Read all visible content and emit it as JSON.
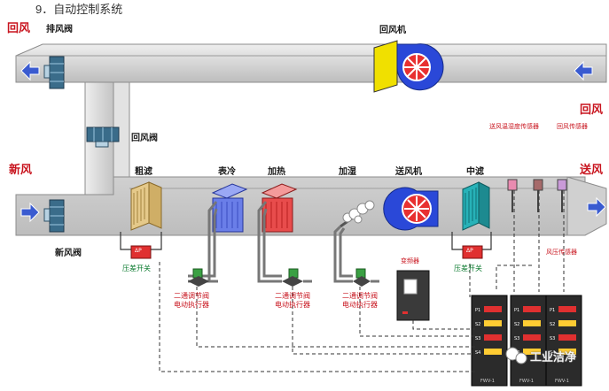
{
  "title": "9．自动控制系统",
  "labels": {
    "return_air": "回风",
    "exhaust_damper": "排风阀",
    "return_fan": "回风机",
    "return_air_damper": "回风阀",
    "fresh_air": "新风",
    "coarse_filter": "粗滤",
    "surface_cooler": "表冷",
    "heater": "加热",
    "humidifier": "加湿",
    "supply_fan": "送风机",
    "medium_filter": "中滤",
    "supply_air": "送风",
    "return_air_right": "回风",
    "fresh_air_damper": "新风阀",
    "diff_pressure_switch_1": "压差开关",
    "diff_pressure_switch_2": "压差开关",
    "two_way_valve_1": "二通调节阀\n电动执行器",
    "two_way_valve_2": "二通调节阀\n电动执行器",
    "two_way_valve_3": "二通调节阀\n电动执行器",
    "inverter": "变频器",
    "temp_humidity_sensor": "送风温湿度传感器",
    "return_air_sensor": "回风传感器",
    "air_pressure_sensor": "风压传感器",
    "dp_badge": "ΔP"
  },
  "controllers": [
    {
      "brand": "FWV-1",
      "rows": [
        "P1",
        "S2",
        "S3",
        "S4"
      ]
    },
    {
      "brand": "FWV-1",
      "rows": [
        "P1",
        "S2",
        "S3",
        "S4"
      ]
    },
    {
      "brand": "FWV-1",
      "rows": [
        "P1",
        "S2",
        "S3",
        "S4"
      ]
    }
  ],
  "watermark": "工业洁净",
  "colors": {
    "duct": "#d0d0d0",
    "duct_edge": "#8c8c8c",
    "arrow_blue": "#3a5bd0",
    "red_text": "#c8141e",
    "green_text": "#0a7a2e",
    "filter_coarse": "#e5c98a",
    "filter_medium": "#27b2b8",
    "cooler": "#6a7ee8",
    "heater": "#e84c4c",
    "fan_blue": "#2a48d8",
    "fan_yellow": "#f0e000"
  }
}
